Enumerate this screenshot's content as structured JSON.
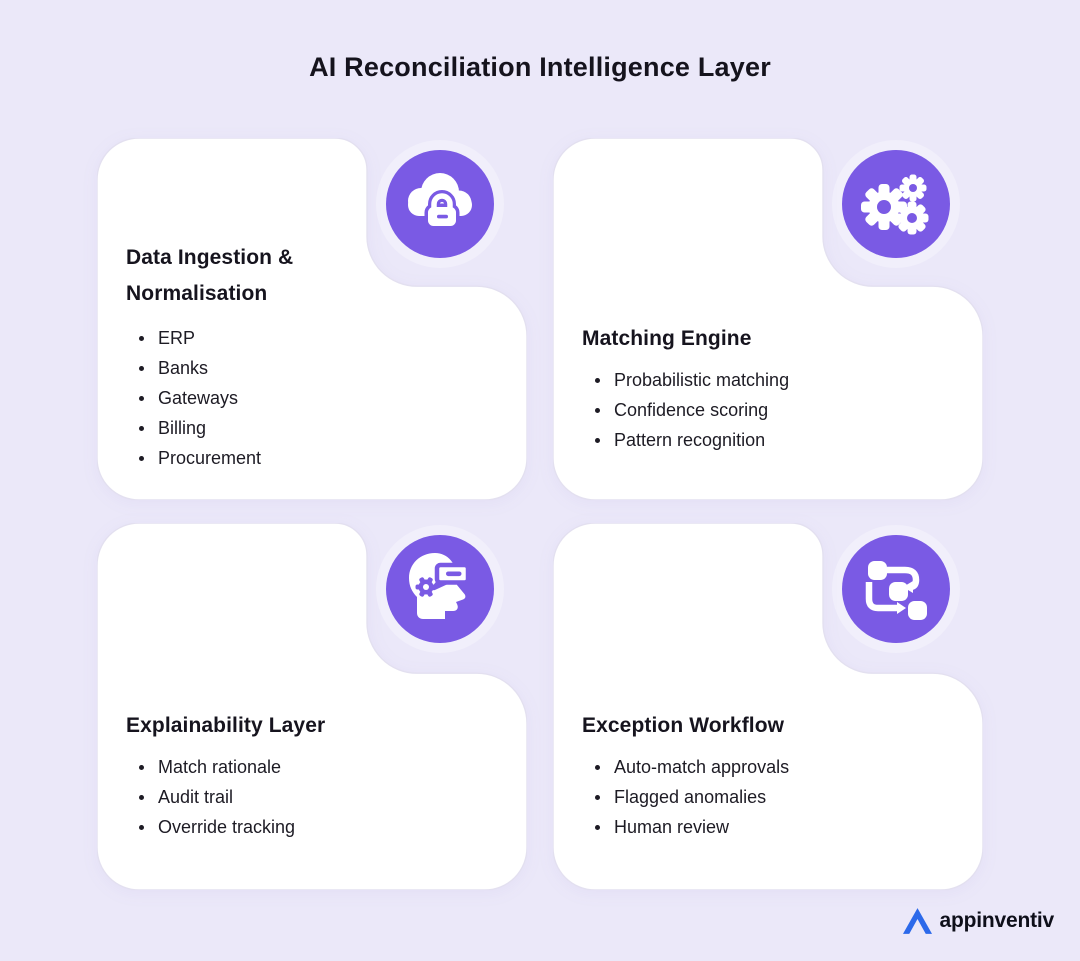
{
  "page": {
    "title": "AI Reconciliation Intelligence Layer",
    "background_color": "#EBE8F9",
    "accent_color": "#7A5AE4",
    "card_color": "#FFFFFF",
    "text_color": "#16141E"
  },
  "cards": [
    {
      "title": "Data Ingestion & Normalisation",
      "icon": "cloud-lock-icon",
      "items": [
        "ERP",
        "Banks",
        "Gateways",
        "Billing",
        "Procurement"
      ]
    },
    {
      "title": "Matching Engine",
      "icon": "gears-icon",
      "items": [
        "Probabilistic matching",
        "Confidence scoring",
        "Pattern recognition"
      ]
    },
    {
      "title": "Explainability Layer",
      "icon": "head-gear-message-icon",
      "items": [
        "Match rationale",
        "Audit trail",
        "Override tracking"
      ]
    },
    {
      "title": "Exception Workflow",
      "icon": "workflow-icon",
      "items": [
        "Auto-match approvals",
        "Flagged anomalies",
        "Human review"
      ]
    }
  ],
  "footer": {
    "brand": "appinventiv",
    "logo_color": "#2C69EA"
  }
}
